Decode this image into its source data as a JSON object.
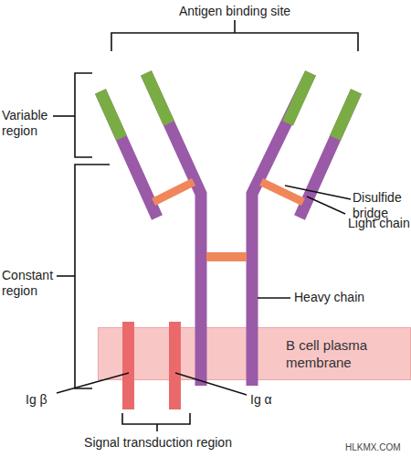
{
  "diagram": {
    "nodes": [
      {
        "text": [
          "B cell plasma membrane"
        ]
      }
    ],
    "labels": [
      "Antigen binding site",
      "Variable region",
      "Disulfide bridge",
      "Light chain",
      "Constant region",
      "Heavy chain",
      "Ig β",
      "Ig α",
      "Signal transduction region",
      "HLKMX.COM"
    ]
  }
}
